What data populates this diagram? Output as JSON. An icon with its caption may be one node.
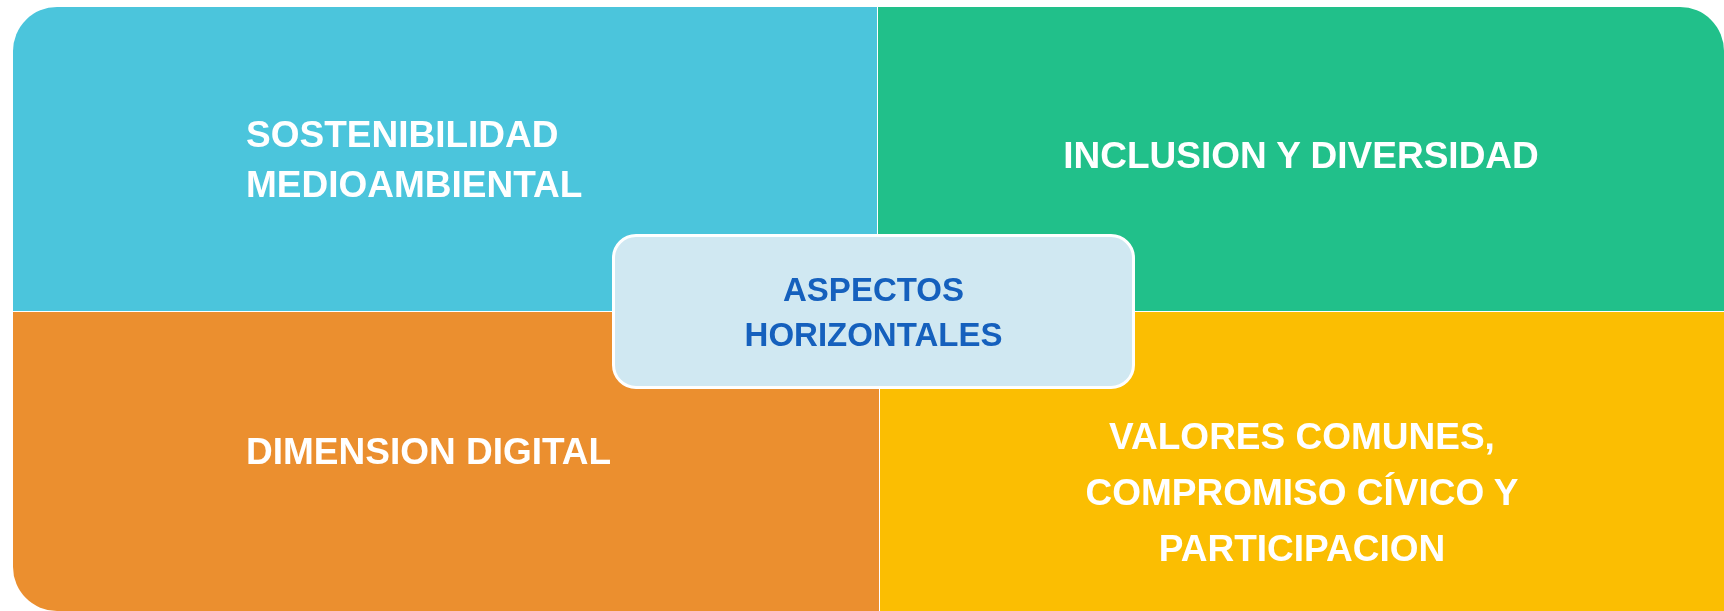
{
  "diagram": {
    "nodes": [
      {
        "text": [
          "SOSTENIBILIDAD MEDIOAMBIENTAL"
        ]
      },
      {
        "text": [
          "INCLUSION Y DIVERSIDAD"
        ]
      },
      {
        "text": [
          "ASPECTOS HORIZONTALES"
        ]
      },
      {
        "text": [
          "DIMENSION DIGITAL"
        ]
      },
      {
        "text": [
          "VALORES COMUNES, COMPROMISO CÍVICO Y PARTICIPACION"
        ]
      }
    ]
  }
}
